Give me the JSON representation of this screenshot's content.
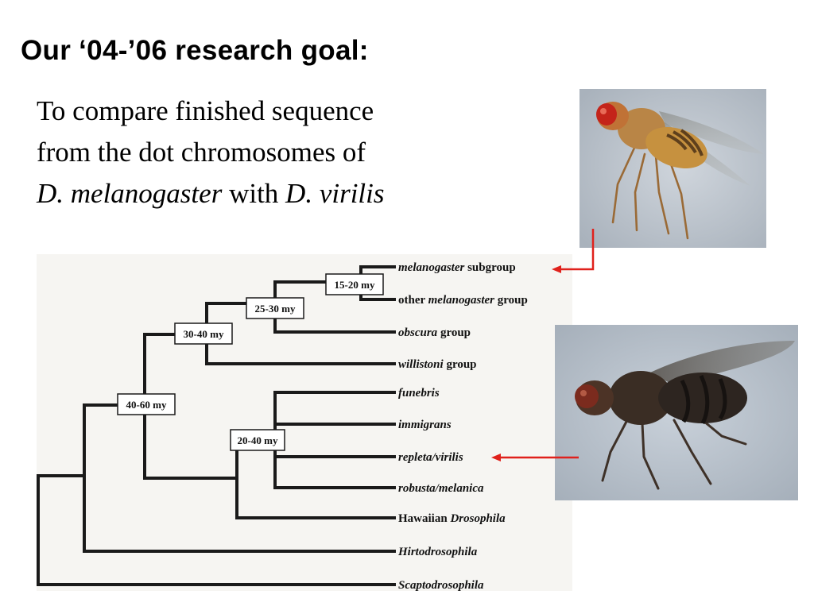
{
  "slide": {
    "title": "Our ‘04-’06 research goal:",
    "line1": "To compare finished sequence",
    "line2": "from the dot chromosomes of",
    "line3_species1": "D. melanogaster",
    "line3_with": " with ",
    "line3_species2": "D. virilis"
  },
  "tree": {
    "nodes": [
      {
        "label": "15-20 my"
      },
      {
        "label": "25-30 my"
      },
      {
        "label": "30-40 my"
      },
      {
        "label": "40-60 my"
      },
      {
        "label": "20-40 my"
      }
    ],
    "taxa": [
      {
        "parts": [
          {
            "t": "melanogaster",
            "i": true
          },
          {
            "t": " subgroup",
            "i": false
          }
        ]
      },
      {
        "parts": [
          {
            "t": "other ",
            "i": false
          },
          {
            "t": "melanogaster",
            "i": true
          },
          {
            "t": "  group",
            "i": false
          }
        ]
      },
      {
        "parts": [
          {
            "t": "obscura",
            "i": true
          },
          {
            "t": " group",
            "i": false
          }
        ]
      },
      {
        "parts": [
          {
            "t": "willistoni",
            "i": true
          },
          {
            "t": " group",
            "i": false
          }
        ]
      },
      {
        "parts": [
          {
            "t": "funebris",
            "i": true
          }
        ]
      },
      {
        "parts": [
          {
            "t": "immigrans",
            "i": true
          }
        ]
      },
      {
        "parts": [
          {
            "t": "repleta/virilis",
            "i": true
          }
        ]
      },
      {
        "parts": [
          {
            "t": "robusta/melanica",
            "i": true
          }
        ]
      },
      {
        "parts": [
          {
            "t": "Hawaiian ",
            "i": false
          },
          {
            "t": "Drosophila",
            "i": true
          }
        ]
      },
      {
        "parts": [
          {
            "t": "Hirtodrosophila",
            "i": true
          }
        ]
      },
      {
        "parts": [
          {
            "t": "Scaptodrosophila",
            "i": true
          }
        ]
      }
    ]
  },
  "colors": {
    "arrow": "#e0211c",
    "tree_line": "#1a1a1a",
    "panel_bg": "#f6f5f2"
  },
  "icons": {
    "photo_top": "drosophila-melanogaster-photo",
    "photo_bottom": "drosophila-virilis-photo"
  }
}
